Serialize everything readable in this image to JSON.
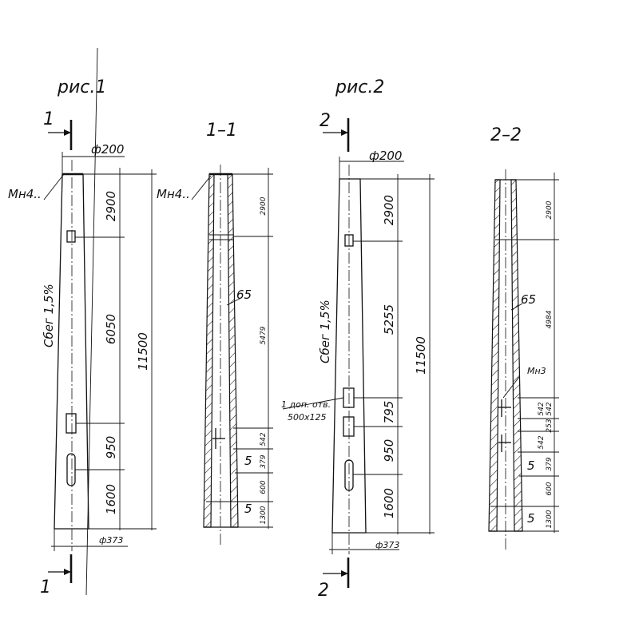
{
  "fig1": {
    "title": "рис.1",
    "cut_top": "1",
    "cut_bottom": "1",
    "diameter_top": "ф200",
    "diameter_bottom": "ф373",
    "embed": "Мн4..",
    "slope": "Сбег 1,5%",
    "dims": [
      "2900",
      "6050",
      "950",
      "1600"
    ],
    "total": "11500"
  },
  "sec1": {
    "title": "1–1",
    "embed": "Мн4..",
    "wall": "65",
    "dims": [
      "2900",
      "5479",
      "542",
      "379",
      "600",
      "1300"
    ],
    "small": [
      "5",
      "5"
    ]
  },
  "fig2": {
    "title": "рис.2",
    "cut_top": "2",
    "cut_bottom": "2",
    "diameter_top": "ф200",
    "diameter_bottom": "ф373",
    "slope": "Сбег 1,5%",
    "hole_note": "1 доп. отв.",
    "hole_size": "500x125",
    "dims": [
      "2900",
      "5255",
      "795",
      "950",
      "1600"
    ],
    "total": "11500"
  },
  "sec2": {
    "title": "2–2",
    "embed": "Мн3",
    "wall": "65",
    "dims": [
      "2900",
      "4984",
      "542",
      "542",
      "253",
      "542",
      "379",
      "600",
      "1300"
    ],
    "small": [
      "5",
      "5"
    ]
  }
}
